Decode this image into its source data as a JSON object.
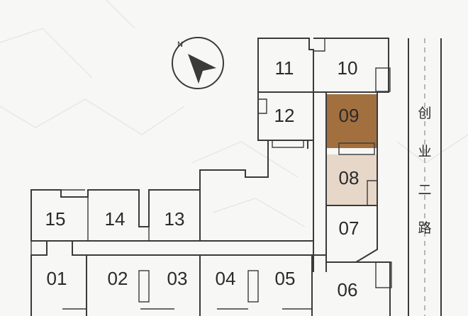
{
  "units": [
    {
      "id": "11",
      "label": "11"
    },
    {
      "id": "10",
      "label": "10"
    },
    {
      "id": "12",
      "label": "12"
    },
    {
      "id": "09",
      "label": "09"
    },
    {
      "id": "08",
      "label": "08"
    },
    {
      "id": "07",
      "label": "07"
    },
    {
      "id": "15",
      "label": "15"
    },
    {
      "id": "14",
      "label": "14"
    },
    {
      "id": "13",
      "label": "13"
    },
    {
      "id": "01",
      "label": "01"
    },
    {
      "id": "02",
      "label": "02"
    },
    {
      "id": "03",
      "label": "03"
    },
    {
      "id": "04",
      "label": "04"
    },
    {
      "id": "05",
      "label": "05"
    },
    {
      "id": "06",
      "label": "06"
    }
  ],
  "road": {
    "chars": [
      "创",
      "业",
      "二",
      "路"
    ]
  },
  "compass": {
    "letter": "N"
  },
  "colors": {
    "highlight_dark": "#a2703f",
    "highlight_light": "#e6d7c8",
    "wall": "#3a3a3a",
    "background": "#f7f7f6"
  }
}
